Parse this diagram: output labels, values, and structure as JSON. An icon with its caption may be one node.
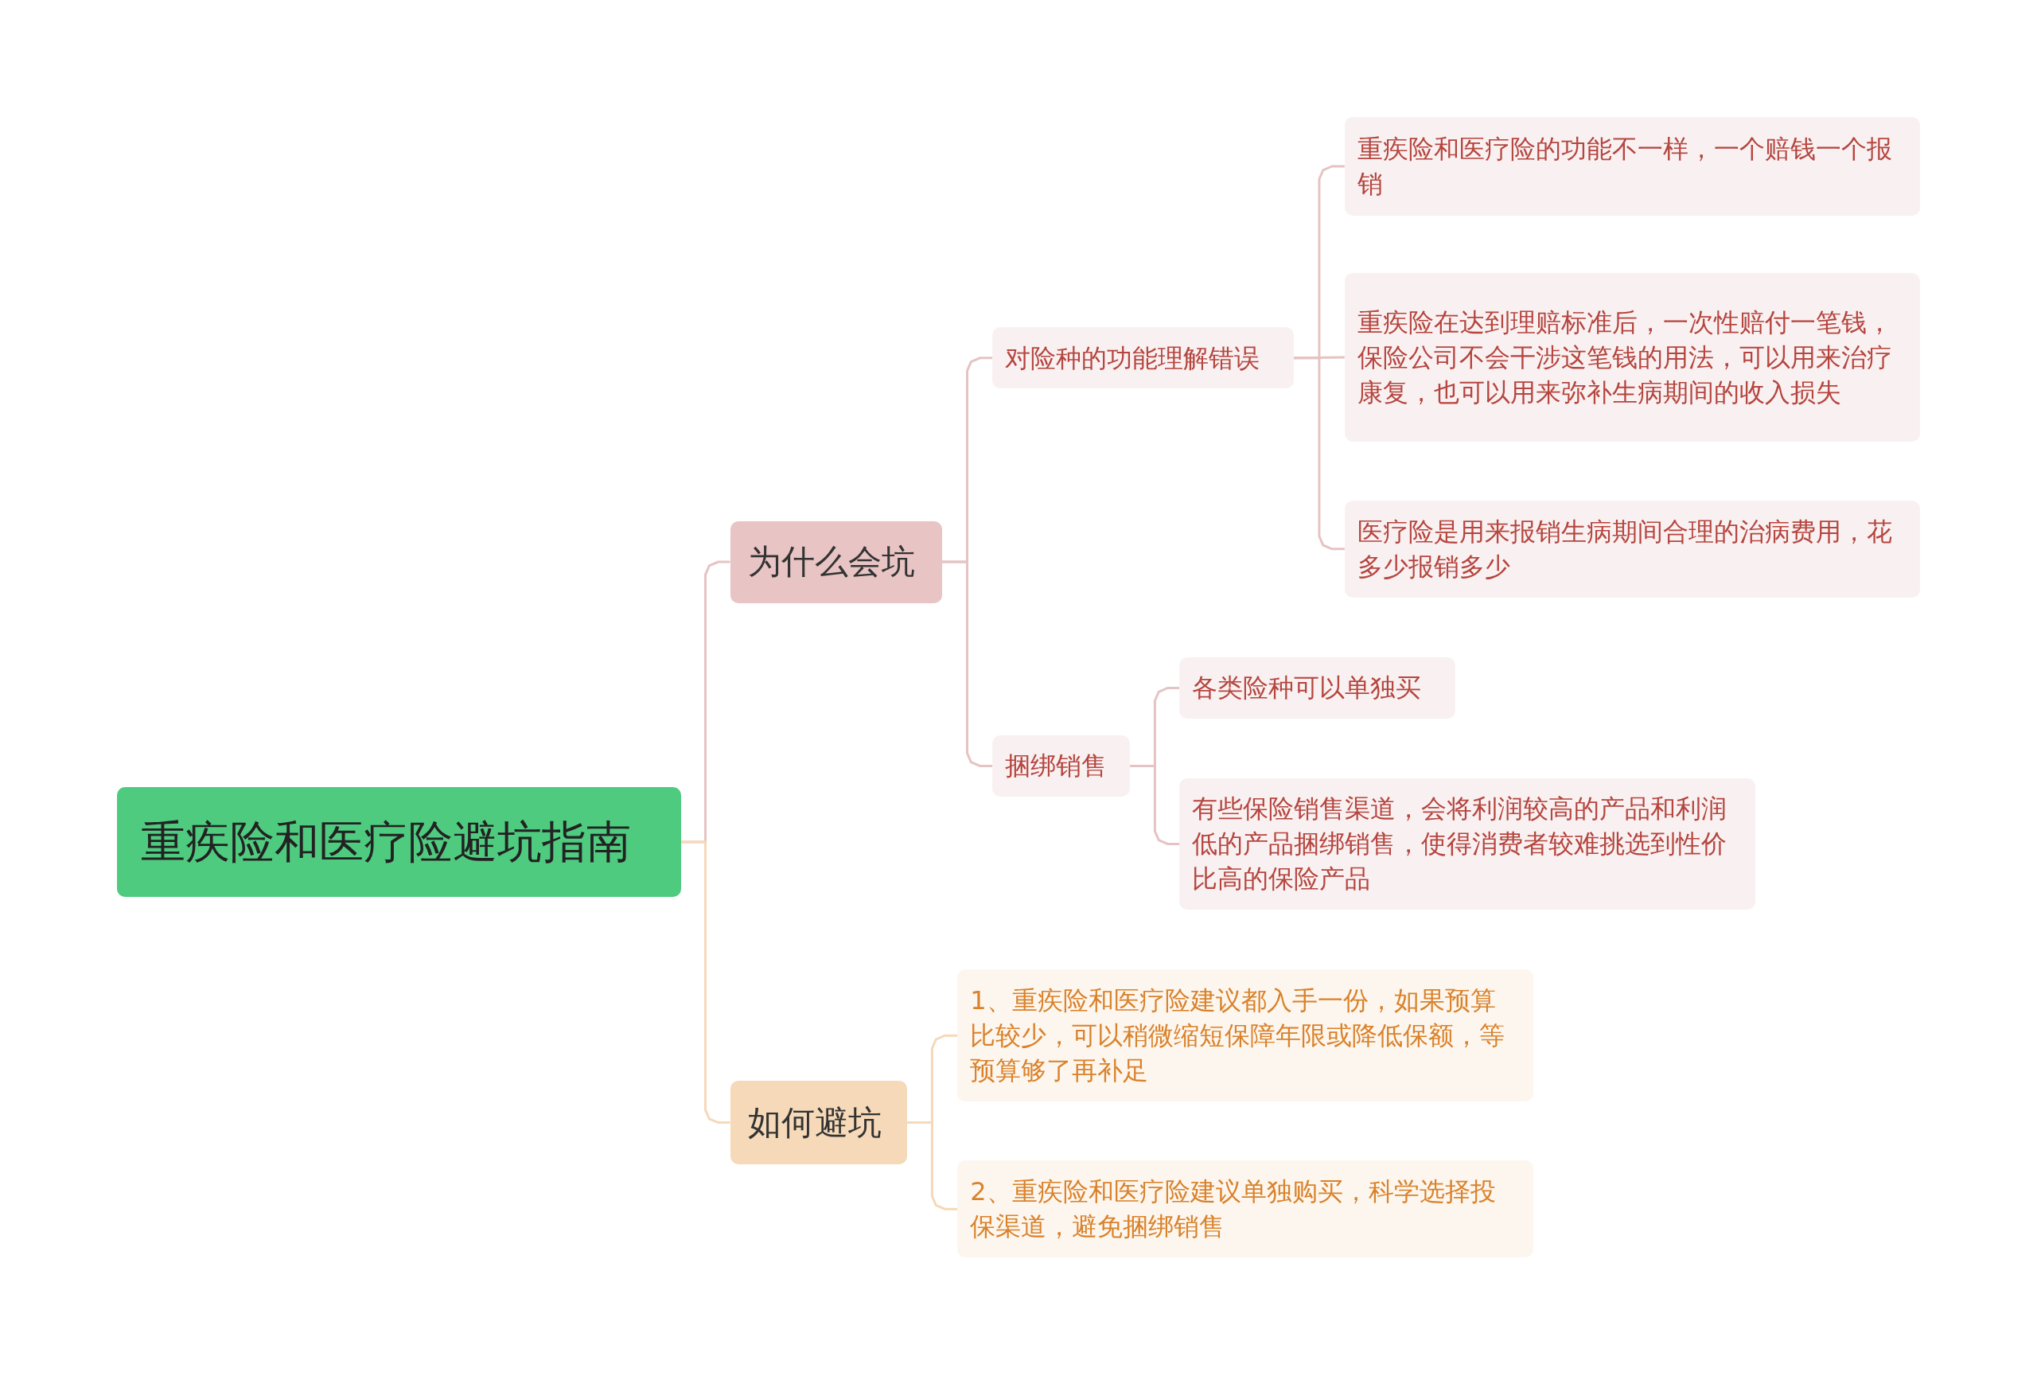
{
  "diagram": {
    "nodes": [
      {
        "text": [
          "重疾险和医疗险避坑指南"
        ]
      },
      {
        "text": [
          "为什么会坑"
        ]
      },
      {
        "text": [
          "对险种的功能理解错误"
        ]
      },
      {
        "text": [
          "重疾险和医疗险的功能不一样，一个赔钱一个报销"
        ]
      },
      {
        "text": [
          "重疾险在达到理赔标准后，一次性赔付一笔钱，保险公司不会干涉这笔钱的用法，可以用来治疗康复，也可以用来弥补生病期间的收入损失"
        ]
      },
      {
        "text": [
          "医疗险是用来报销生病期间合理的治病费用，花多少报销多少"
        ]
      },
      {
        "text": [
          "捆绑销售"
        ]
      },
      {
        "text": [
          "各类险种可以单独买"
        ]
      },
      {
        "text": [
          "有些保险销售渠道，会将利润较高的产品和利润低的产品捆绑销售，使得消费者较难挑选到性价比高的保险产品"
        ]
      },
      {
        "text": [
          "如何避坑"
        ]
      },
      {
        "text": [
          "1、重疾险和医疗险建议都入手一份，如果预算比较少，可以稍微缩短保障年限或降低保额，等预算够了再补足"
        ]
      },
      {
        "text": [
          "2、重疾险和医疗险建议单独购买，科学选择投保渠道，避免捆绑销售"
        ]
      }
    ],
    "edges": [
      {
        "from": 0,
        "to": 1,
        "arrow": "none"
      },
      {
        "from": 0,
        "to": 9,
        "arrow": "none",
        "color": "#f5d9b8"
      },
      {
        "from": 1,
        "to": 2,
        "arrow": "none"
      },
      {
        "from": 1,
        "to": 6,
        "arrow": "none"
      },
      {
        "from": 2,
        "to": 3,
        "arrow": "none"
      },
      {
        "from": 2,
        "to": 4,
        "arrow": "none"
      },
      {
        "from": 2,
        "to": 5,
        "arrow": "none"
      },
      {
        "from": 6,
        "to": 7,
        "arrow": "none"
      },
      {
        "from": 6,
        "to": 8,
        "arrow": "none"
      },
      {
        "from": 9,
        "to": 10,
        "arrow": "none",
        "color": "#f5d9b8"
      },
      {
        "from": 9,
        "to": 11,
        "arrow": "none",
        "color": "#f5d9b8"
      }
    ]
  }
}
